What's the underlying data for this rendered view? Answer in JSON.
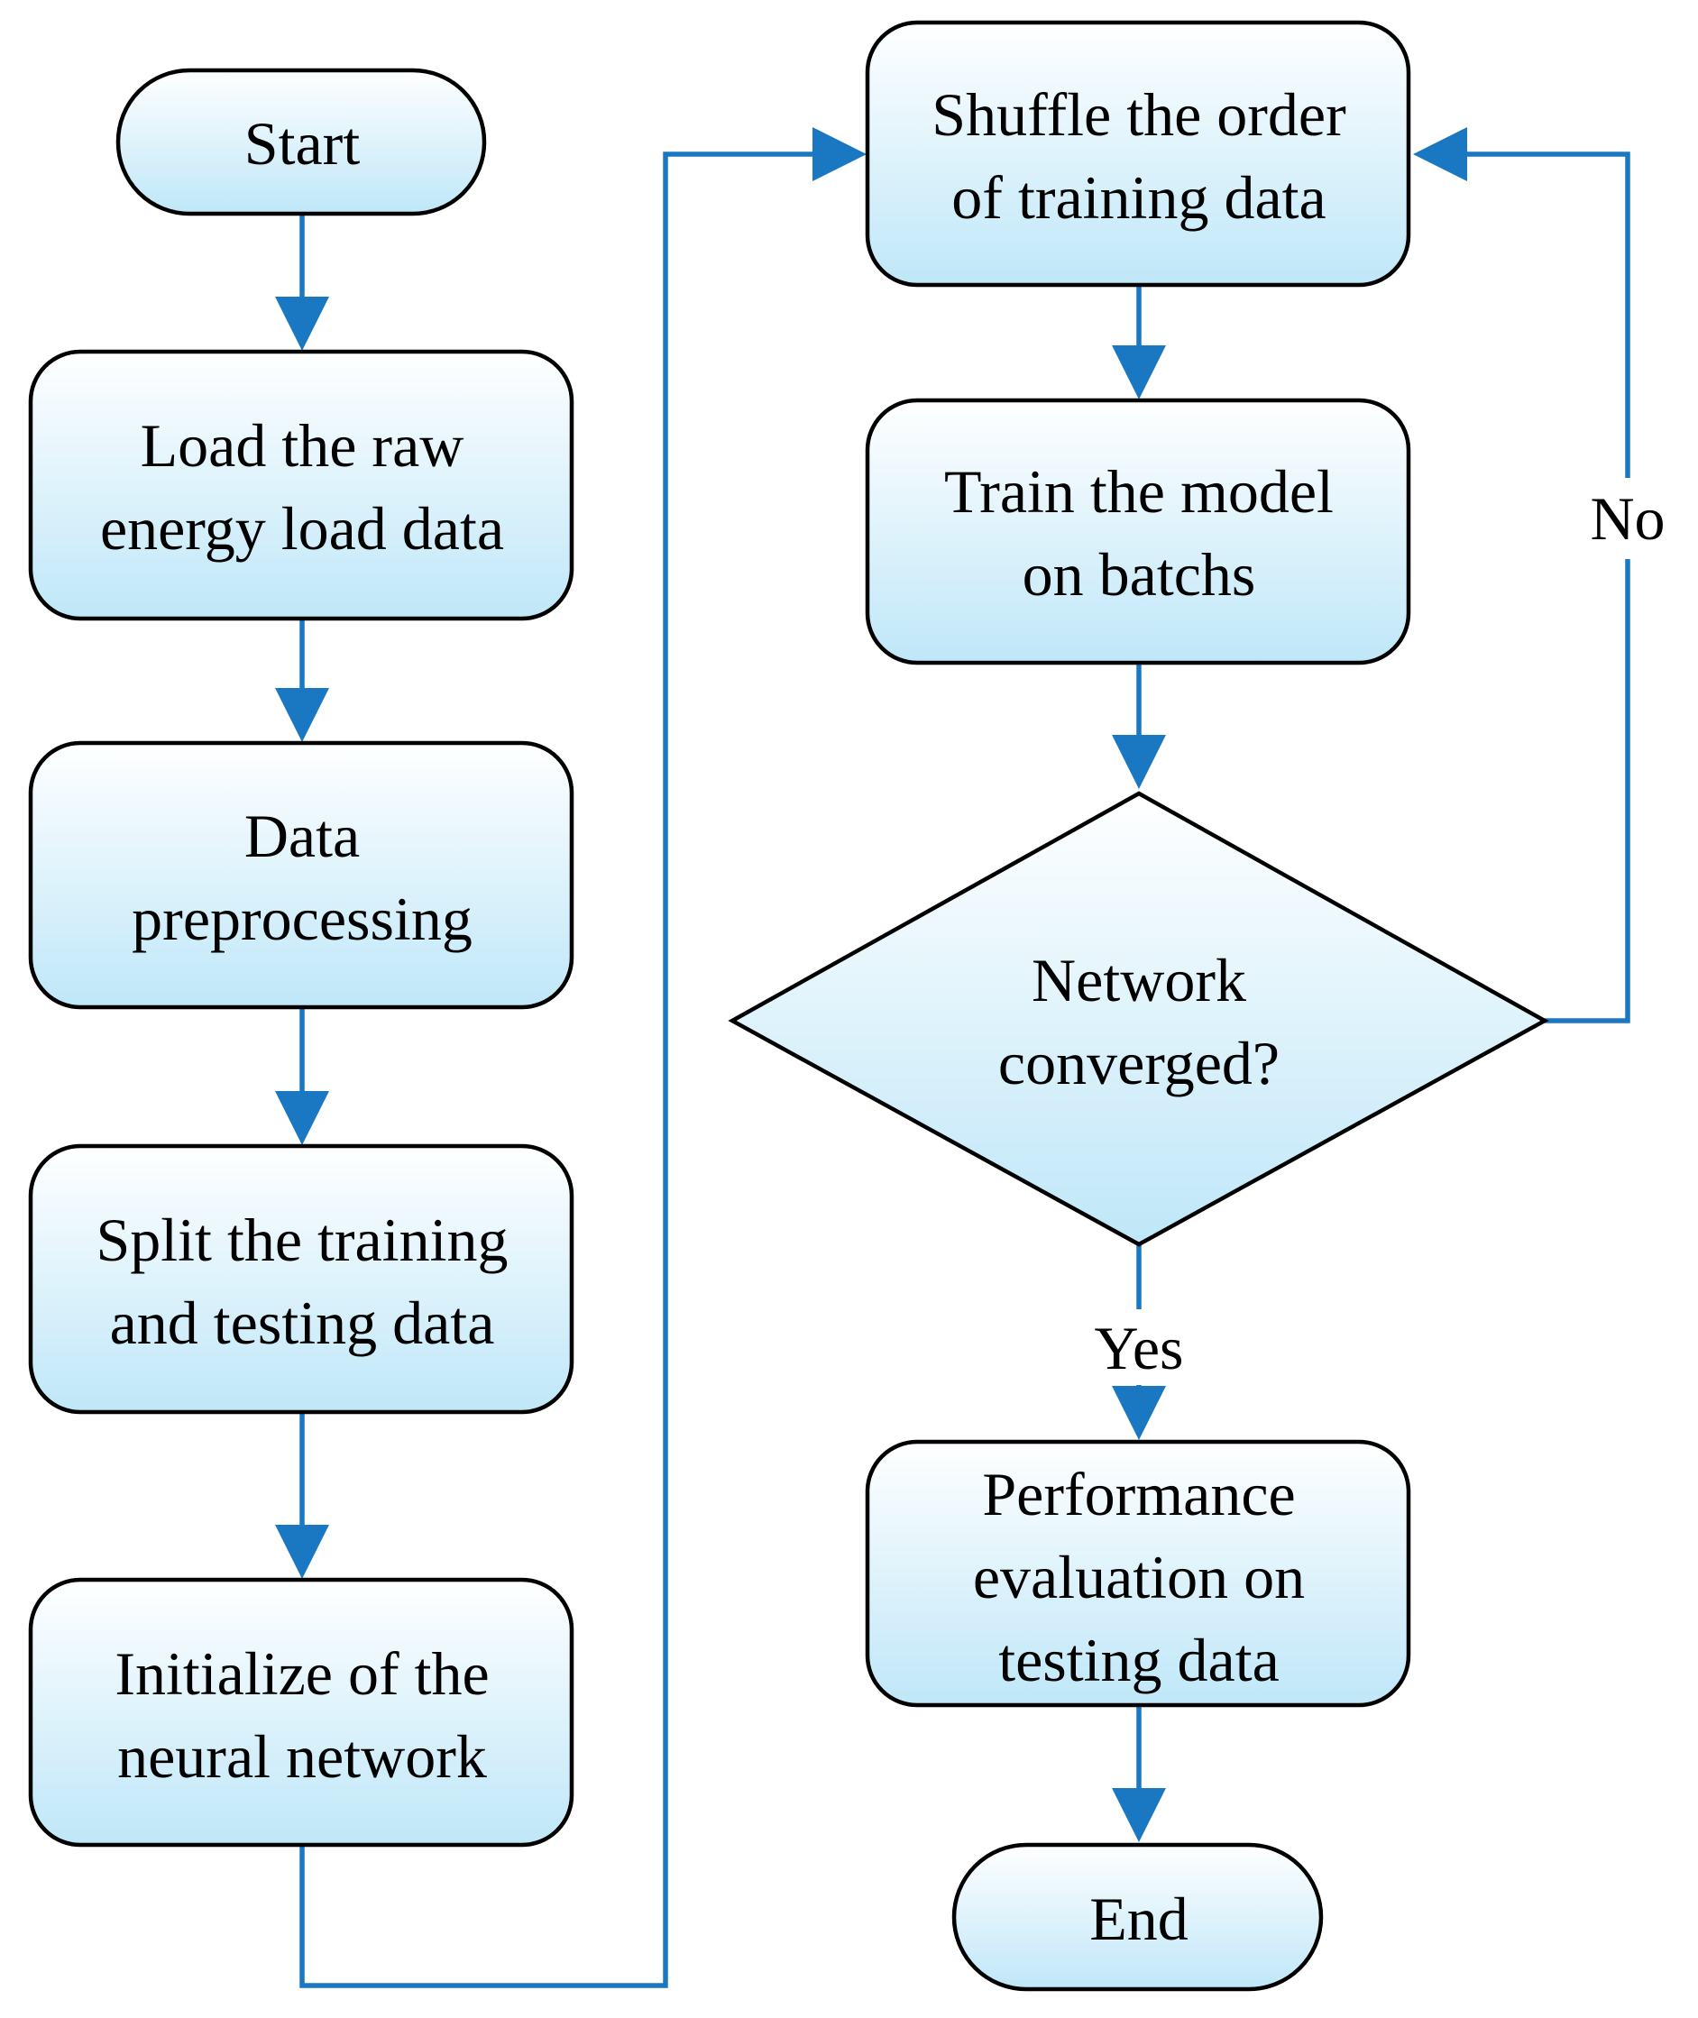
{
  "colors": {
    "connector": "#1a78c2",
    "node_fill_top": "#ffffff",
    "node_fill_bottom": "#bfe7f8",
    "node_stroke": "#000000"
  },
  "nodes": {
    "start": {
      "lines": [
        "Start"
      ]
    },
    "load": {
      "lines": [
        "Load the raw",
        "energy load data"
      ]
    },
    "preprocess": {
      "lines": [
        "Data",
        "preprocessing"
      ]
    },
    "split": {
      "lines": [
        "Split the training",
        "and testing data"
      ]
    },
    "init": {
      "lines": [
        "Initialize of the",
        "neural network"
      ]
    },
    "shuffle": {
      "lines": [
        "Shuffle the order",
        "of training data"
      ]
    },
    "train": {
      "lines": [
        "Train the model",
        "on batchs"
      ]
    },
    "decision": {
      "lines": [
        "Network",
        "converged?"
      ]
    },
    "evaluate": {
      "lines": [
        "Performance",
        "evaluation on",
        "testing data"
      ]
    },
    "end": {
      "lines": [
        "End"
      ]
    }
  },
  "edge_labels": {
    "no": "No",
    "yes": "Yes"
  }
}
